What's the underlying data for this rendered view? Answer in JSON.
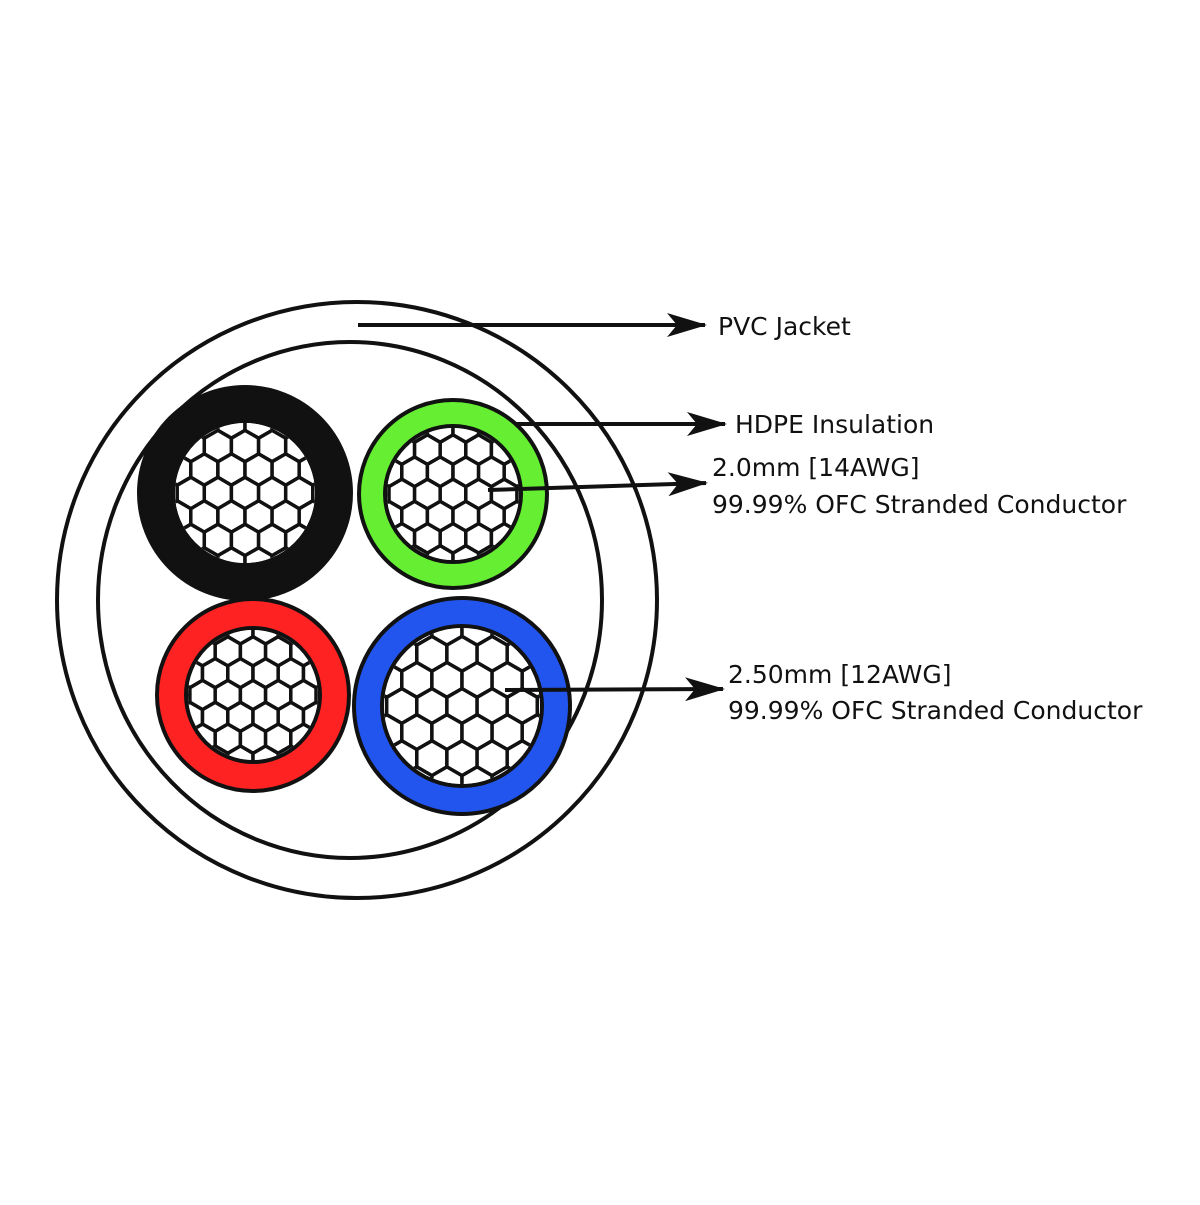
{
  "labels": {
    "jacket": "PVC Jacket",
    "insulation": "HDPE Insulation",
    "small_size": "2.0mm [14AWG]",
    "small_desc": "99.99% OFC Stranded Conductor",
    "large_size": "2.50mm [12AWG]",
    "large_desc": "99.99% OFC Stranded Conductor"
  },
  "colors": {
    "outline": "#111111",
    "jacket": "#ffffff",
    "black_core": "#111111",
    "green_core": "#66ee33",
    "red_core": "#ff2222",
    "blue_core": "#2255ee"
  },
  "cores": [
    {
      "id": "core-black",
      "color_key": "black_core"
    },
    {
      "id": "core-green",
      "color_key": "green_core"
    },
    {
      "id": "core-red",
      "color_key": "red_core"
    },
    {
      "id": "core-blue",
      "color_key": "blue_core"
    }
  ]
}
